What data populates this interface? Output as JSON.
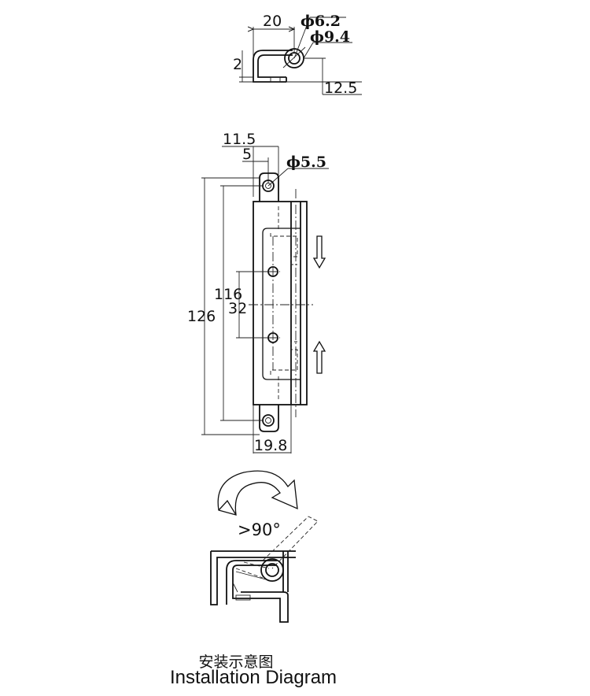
{
  "top_view": {
    "dim_width": "20",
    "dim_pin_dia": "ϕ6.2",
    "dim_knuckle_dia": "ϕ9.4",
    "dim_thickness": "2",
    "dim_height": "12.5"
  },
  "front_view": {
    "dim_leaf_width": "11.5",
    "dim_hole_offset": "5",
    "dim_hole_dia": "ϕ5.5",
    "dim_hole_pitch": "116",
    "dim_mid_pitch": "32",
    "dim_total_length": "126",
    "dim_body_width": "19.8"
  },
  "rotation": {
    "angle_label": ">90°"
  },
  "caption": {
    "chinese": "安装示意图",
    "english": "Installation Diagram"
  }
}
